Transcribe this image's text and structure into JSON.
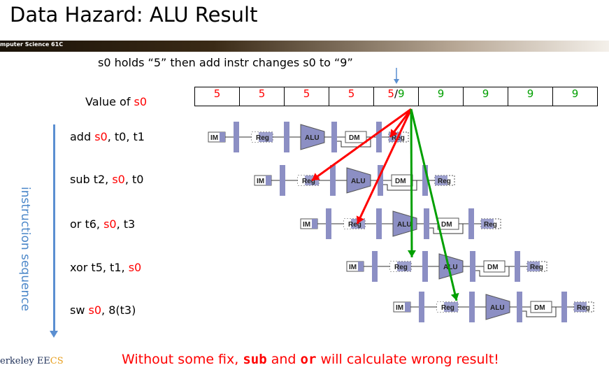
{
  "title": "Data Hazard: ALU Result",
  "header_bar_text": "mputer Science 61C",
  "note": "s0 holds “5” then add instr changes s0 to “9”",
  "value_row": {
    "label_prefix": "Value of ",
    "label_reg": "s0",
    "cells": [
      {
        "text": "5",
        "color": "#ff0000"
      },
      {
        "text": "5",
        "color": "#ff0000"
      },
      {
        "text": "5",
        "color": "#ff0000"
      },
      {
        "text": "5",
        "color": "#ff0000"
      },
      {
        "text_old": "5",
        "sep": "/",
        "text_new": "9",
        "split": true
      },
      {
        "text": "9",
        "color": "#00a000"
      },
      {
        "text": "9",
        "color": "#00a000"
      },
      {
        "text": "9",
        "color": "#00a000"
      },
      {
        "text": "9",
        "color": "#00a000"
      }
    ]
  },
  "instructions": [
    {
      "op": "add ",
      "parts": [
        "s0",
        ", t0, t1"
      ],
      "red_index": 0
    },
    {
      "op": "sub t2, ",
      "parts": [
        "s0",
        ", t0"
      ],
      "red_index": 0
    },
    {
      "op": "or t6, ",
      "parts": [
        "s0",
        ", t3"
      ],
      "red_index": 0
    },
    {
      "op": "xor t5, t1, ",
      "parts": [
        "s0",
        ""
      ],
      "red_index": 0
    },
    {
      "op": "sw ",
      "parts": [
        "s0",
        ", 8(t3)"
      ],
      "red_index": 0
    }
  ],
  "sequence_label": "instruction sequence",
  "stage_labels": {
    "im": "IM",
    "reg": "Reg",
    "alu": "ALU",
    "dm": "DM",
    "wb": "Reg"
  },
  "logo": {
    "a": "erkeley ",
    "b": "EE",
    "c": "CS"
  },
  "warning": {
    "t1": "Without some fix, ",
    "w1": "sub",
    "t2": " and ",
    "w2": "or",
    "t3": " will calculate wrong result!"
  },
  "colors": {
    "accent_red": "#ff0000",
    "accent_green": "#00a000",
    "stage_fill": "#8c8fc4",
    "sequence_blue": "#5b8fd1"
  }
}
